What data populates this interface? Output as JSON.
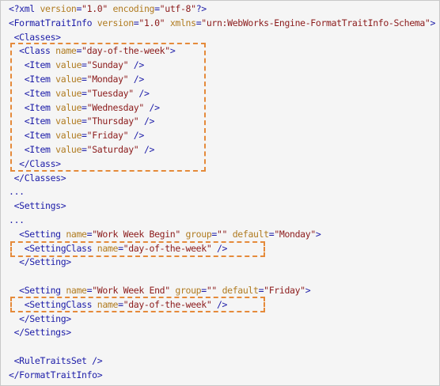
{
  "code_lines": [
    [
      {
        "t": "tag",
        "v": "<?xml "
      },
      {
        "t": "attr",
        "v": "version"
      },
      {
        "t": "tag",
        "v": "="
      },
      {
        "t": "val",
        "v": "\"1.0\""
      },
      {
        "t": "tag",
        "v": " "
      },
      {
        "t": "attr",
        "v": "encoding"
      },
      {
        "t": "tag",
        "v": "="
      },
      {
        "t": "val",
        "v": "\"utf-8\""
      },
      {
        "t": "tag",
        "v": "?>"
      }
    ],
    [
      {
        "t": "tag",
        "v": "<FormatTraitInfo "
      },
      {
        "t": "attr",
        "v": "version"
      },
      {
        "t": "tag",
        "v": "="
      },
      {
        "t": "val",
        "v": "\"1.0\""
      },
      {
        "t": "tag",
        "v": " "
      },
      {
        "t": "attr",
        "v": "xmlns"
      },
      {
        "t": "tag",
        "v": "="
      },
      {
        "t": "val",
        "v": "\"urn:WebWorks-Engine-FormatTraitInfo-Schema\""
      },
      {
        "t": "tag",
        "v": ">"
      }
    ],
    [
      {
        "t": "tag",
        "v": " <Classes>"
      }
    ],
    [
      {
        "t": "tag",
        "v": "  <Class "
      },
      {
        "t": "attr",
        "v": "name"
      },
      {
        "t": "tag",
        "v": "="
      },
      {
        "t": "val",
        "v": "\"day-of-the-week\""
      },
      {
        "t": "tag",
        "v": ">"
      }
    ],
    [
      {
        "t": "tag",
        "v": "   <Item "
      },
      {
        "t": "attr",
        "v": "value"
      },
      {
        "t": "tag",
        "v": "="
      },
      {
        "t": "val",
        "v": "\"Sunday\""
      },
      {
        "t": "tag",
        "v": " />"
      }
    ],
    [
      {
        "t": "tag",
        "v": "   <Item "
      },
      {
        "t": "attr",
        "v": "value"
      },
      {
        "t": "tag",
        "v": "="
      },
      {
        "t": "val",
        "v": "\"Monday\""
      },
      {
        "t": "tag",
        "v": " />"
      }
    ],
    [
      {
        "t": "tag",
        "v": "   <Item "
      },
      {
        "t": "attr",
        "v": "value"
      },
      {
        "t": "tag",
        "v": "="
      },
      {
        "t": "val",
        "v": "\"Tuesday\""
      },
      {
        "t": "tag",
        "v": " />"
      }
    ],
    [
      {
        "t": "tag",
        "v": "   <Item "
      },
      {
        "t": "attr",
        "v": "value"
      },
      {
        "t": "tag",
        "v": "="
      },
      {
        "t": "val",
        "v": "\"Wednesday\""
      },
      {
        "t": "tag",
        "v": " />"
      }
    ],
    [
      {
        "t": "tag",
        "v": "   <Item "
      },
      {
        "t": "attr",
        "v": "value"
      },
      {
        "t": "tag",
        "v": "="
      },
      {
        "t": "val",
        "v": "\"Thursday\""
      },
      {
        "t": "tag",
        "v": " />"
      }
    ],
    [
      {
        "t": "tag",
        "v": "   <Item "
      },
      {
        "t": "attr",
        "v": "value"
      },
      {
        "t": "tag",
        "v": "="
      },
      {
        "t": "val",
        "v": "\"Friday\""
      },
      {
        "t": "tag",
        "v": " />"
      }
    ],
    [
      {
        "t": "tag",
        "v": "   <Item "
      },
      {
        "t": "attr",
        "v": "value"
      },
      {
        "t": "tag",
        "v": "="
      },
      {
        "t": "val",
        "v": "\"Saturday\""
      },
      {
        "t": "tag",
        "v": " />"
      }
    ],
    [
      {
        "t": "tag",
        "v": "  </Class>"
      }
    ],
    [
      {
        "t": "tag",
        "v": " </Classes>"
      }
    ],
    [
      {
        "t": "plain",
        "v": "..."
      }
    ],
    [
      {
        "t": "tag",
        "v": " <Settings>"
      }
    ],
    [
      {
        "t": "plain",
        "v": "..."
      }
    ],
    [
      {
        "t": "tag",
        "v": "  <Setting "
      },
      {
        "t": "attr",
        "v": "name"
      },
      {
        "t": "tag",
        "v": "="
      },
      {
        "t": "val",
        "v": "\"Work Week Begin\""
      },
      {
        "t": "tag",
        "v": " "
      },
      {
        "t": "attr",
        "v": "group"
      },
      {
        "t": "tag",
        "v": "="
      },
      {
        "t": "val",
        "v": "\"\""
      },
      {
        "t": "tag",
        "v": " "
      },
      {
        "t": "attr",
        "v": "default"
      },
      {
        "t": "tag",
        "v": "="
      },
      {
        "t": "val",
        "v": "\"Monday\""
      },
      {
        "t": "tag",
        "v": ">"
      }
    ],
    [
      {
        "t": "tag",
        "v": "   <SettingClass "
      },
      {
        "t": "attr",
        "v": "name"
      },
      {
        "t": "tag",
        "v": "="
      },
      {
        "t": "val",
        "v": "\"day-of-the-week\""
      },
      {
        "t": "tag",
        "v": " />"
      }
    ],
    [
      {
        "t": "tag",
        "v": "  </Setting>"
      }
    ],
    [],
    [
      {
        "t": "tag",
        "v": "  <Setting "
      },
      {
        "t": "attr",
        "v": "name"
      },
      {
        "t": "tag",
        "v": "="
      },
      {
        "t": "val",
        "v": "\"Work Week End\""
      },
      {
        "t": "tag",
        "v": " "
      },
      {
        "t": "attr",
        "v": "group"
      },
      {
        "t": "tag",
        "v": "="
      },
      {
        "t": "val",
        "v": "\"\""
      },
      {
        "t": "tag",
        "v": " "
      },
      {
        "t": "attr",
        "v": "default"
      },
      {
        "t": "tag",
        "v": "="
      },
      {
        "t": "val",
        "v": "\"Friday\""
      },
      {
        "t": "tag",
        "v": ">"
      }
    ],
    [
      {
        "t": "tag",
        "v": "   <SettingClass "
      },
      {
        "t": "attr",
        "v": "name"
      },
      {
        "t": "tag",
        "v": "="
      },
      {
        "t": "val",
        "v": "\"day-of-the-week\""
      },
      {
        "t": "tag",
        "v": " />"
      }
    ],
    [
      {
        "t": "tag",
        "v": "  </Setting>"
      }
    ],
    [
      {
        "t": "tag",
        "v": " </Settings>"
      }
    ],
    [],
    [
      {
        "t": "tag",
        "v": " <RuleTraitsSet />"
      }
    ],
    [
      {
        "t": "tag",
        "v": "</FormatTraitInfo>"
      }
    ]
  ],
  "colors": {
    "tag": "#1c1ca8",
    "attribute": "#b07b20",
    "value": "#8b1a1a",
    "highlight_border": "#e58a3a",
    "background": "#f5f5f5"
  }
}
